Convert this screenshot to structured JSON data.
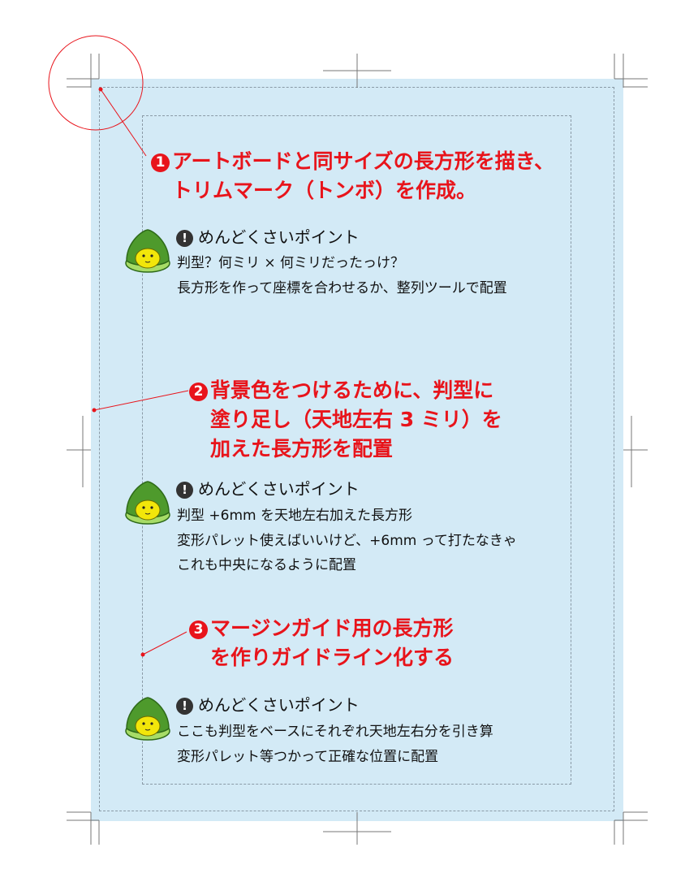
{
  "steps": [
    {
      "number": "1",
      "lines": [
        "アートボードと同サイズの長方形を描き、",
        "トリムマーク（トンボ）を作成。"
      ]
    },
    {
      "number": "2",
      "lines": [
        "背景色をつけるために、判型に",
        "塗り足し（天地左右 3 ミリ）を",
        "加えた長方形を配置"
      ]
    },
    {
      "number": "3",
      "lines": [
        "マージンガイド用の長方形",
        "を作りガイドライン化する"
      ]
    }
  ],
  "notes": [
    {
      "heading": "めんどくさいポイント",
      "lines": [
        "判型？何ミリ × 何ミリだったっけ？",
        "長方形を作って座標を合わせるか、整列ツールで配置"
      ]
    },
    {
      "heading": "めんどくさいポイント",
      "lines": [
        "判型 +6mm を天地左右加えた長方形",
        "変形パレット使えばいいけど、+6mm って打たなきゃ",
        "これも中央になるように配置"
      ]
    },
    {
      "heading": "めんどくさいポイント",
      "lines": [
        "ここも判型をベースにそれぞれ天地左右分を引き算",
        "変形パレット等つかって正確な位置に配置"
      ]
    }
  ],
  "icons": {
    "exclamation": "!",
    "mascot": "chestnut-mascot-icon"
  },
  "colors": {
    "accent_red": "#e8141b",
    "bleed_background": "#d3eaf6",
    "guide_dash": "#8a9aa6",
    "mascot_green": "#4e9a2c",
    "mascot_face": "#f2e60a"
  }
}
